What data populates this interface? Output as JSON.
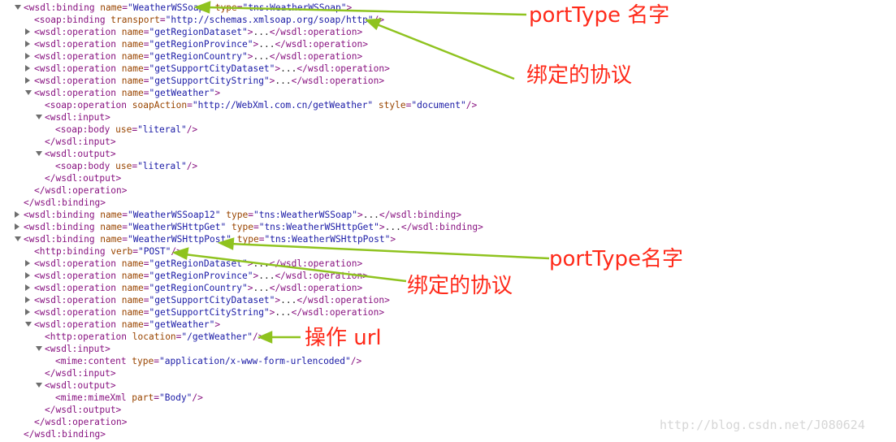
{
  "accent": {
    "arrow_color": "#8fc31f",
    "annotation_color": "#ff2a1a",
    "tag_color": "#881280",
    "attr_name_color": "#994500",
    "attr_value_color": "#1a1aa6"
  },
  "lines": [
    {
      "indent": 0,
      "tw": "open",
      "segs": [
        [
          "t",
          "<wsdl:binding "
        ],
        [
          "n",
          "name"
        ],
        [
          "t",
          "="
        ],
        [
          "v",
          "\"WeatherWSSoap\""
        ],
        [
          "t",
          " "
        ],
        [
          "n",
          "type"
        ],
        [
          "t",
          "="
        ],
        [
          "v",
          "\"tns:WeatherWSSoap\""
        ],
        [
          "t",
          ">"
        ]
      ]
    },
    {
      "indent": 1,
      "segs": [
        [
          "t",
          "<soap:binding "
        ],
        [
          "n",
          "transport"
        ],
        [
          "t",
          "="
        ],
        [
          "v",
          "\"http://schemas.xmlsoap.org/soap/http\""
        ],
        [
          "t",
          "/>"
        ]
      ]
    },
    {
      "indent": 1,
      "tw": "closed",
      "segs": [
        [
          "t",
          "<wsdl:operation "
        ],
        [
          "n",
          "name"
        ],
        [
          "t",
          "="
        ],
        [
          "v",
          "\"getRegionDataset\""
        ],
        [
          "t",
          ">"
        ],
        [
          "x",
          "..."
        ],
        [
          "t",
          "</wsdl:operation>"
        ]
      ]
    },
    {
      "indent": 1,
      "tw": "closed",
      "segs": [
        [
          "t",
          "<wsdl:operation "
        ],
        [
          "n",
          "name"
        ],
        [
          "t",
          "="
        ],
        [
          "v",
          "\"getRegionProvince\""
        ],
        [
          "t",
          ">"
        ],
        [
          "x",
          "..."
        ],
        [
          "t",
          "</wsdl:operation>"
        ]
      ]
    },
    {
      "indent": 1,
      "tw": "closed",
      "segs": [
        [
          "t",
          "<wsdl:operation "
        ],
        [
          "n",
          "name"
        ],
        [
          "t",
          "="
        ],
        [
          "v",
          "\"getRegionCountry\""
        ],
        [
          "t",
          ">"
        ],
        [
          "x",
          "..."
        ],
        [
          "t",
          "</wsdl:operation>"
        ]
      ]
    },
    {
      "indent": 1,
      "tw": "closed",
      "segs": [
        [
          "t",
          "<wsdl:operation "
        ],
        [
          "n",
          "name"
        ],
        [
          "t",
          "="
        ],
        [
          "v",
          "\"getSupportCityDataset\""
        ],
        [
          "t",
          ">"
        ],
        [
          "x",
          "..."
        ],
        [
          "t",
          "</wsdl:operation>"
        ]
      ]
    },
    {
      "indent": 1,
      "tw": "closed",
      "segs": [
        [
          "t",
          "<wsdl:operation "
        ],
        [
          "n",
          "name"
        ],
        [
          "t",
          "="
        ],
        [
          "v",
          "\"getSupportCityString\""
        ],
        [
          "t",
          ">"
        ],
        [
          "x",
          "..."
        ],
        [
          "t",
          "</wsdl:operation>"
        ]
      ]
    },
    {
      "indent": 1,
      "tw": "open",
      "segs": [
        [
          "t",
          "<wsdl:operation "
        ],
        [
          "n",
          "name"
        ],
        [
          "t",
          "="
        ],
        [
          "v",
          "\"getWeather\""
        ],
        [
          "t",
          ">"
        ]
      ]
    },
    {
      "indent": 2,
      "segs": [
        [
          "t",
          "<soap:operation "
        ],
        [
          "n",
          "soapAction"
        ],
        [
          "t",
          "="
        ],
        [
          "v",
          "\"http://WebXml.com.cn/getWeather\""
        ],
        [
          "t",
          " "
        ],
        [
          "n",
          "style"
        ],
        [
          "t",
          "="
        ],
        [
          "v",
          "\"document\""
        ],
        [
          "t",
          "/>"
        ]
      ]
    },
    {
      "indent": 2,
      "tw": "open",
      "segs": [
        [
          "t",
          "<wsdl:input>"
        ]
      ]
    },
    {
      "indent": 3,
      "segs": [
        [
          "t",
          "<soap:body "
        ],
        [
          "n",
          "use"
        ],
        [
          "t",
          "="
        ],
        [
          "v",
          "\"literal\""
        ],
        [
          "t",
          "/>"
        ]
      ]
    },
    {
      "indent": 2,
      "segs": [
        [
          "t",
          "</wsdl:input>"
        ]
      ]
    },
    {
      "indent": 2,
      "tw": "open",
      "segs": [
        [
          "t",
          "<wsdl:output>"
        ]
      ]
    },
    {
      "indent": 3,
      "segs": [
        [
          "t",
          "<soap:body "
        ],
        [
          "n",
          "use"
        ],
        [
          "t",
          "="
        ],
        [
          "v",
          "\"literal\""
        ],
        [
          "t",
          "/>"
        ]
      ]
    },
    {
      "indent": 2,
      "segs": [
        [
          "t",
          "</wsdl:output>"
        ]
      ]
    },
    {
      "indent": 1,
      "segs": [
        [
          "t",
          "</wsdl:operation>"
        ]
      ]
    },
    {
      "indent": 0,
      "segs": [
        [
          "t",
          "</wsdl:binding>"
        ]
      ]
    },
    {
      "indent": 0,
      "tw": "closed",
      "segs": [
        [
          "t",
          "<wsdl:binding "
        ],
        [
          "n",
          "name"
        ],
        [
          "t",
          "="
        ],
        [
          "v",
          "\"WeatherWSSoap12\""
        ],
        [
          "t",
          " "
        ],
        [
          "n",
          "type"
        ],
        [
          "t",
          "="
        ],
        [
          "v",
          "\"tns:WeatherWSSoap\""
        ],
        [
          "t",
          ">"
        ],
        [
          "x",
          "..."
        ],
        [
          "t",
          "</wsdl:binding>"
        ]
      ]
    },
    {
      "indent": 0,
      "tw": "closed",
      "segs": [
        [
          "t",
          "<wsdl:binding "
        ],
        [
          "n",
          "name"
        ],
        [
          "t",
          "="
        ],
        [
          "v",
          "\"WeatherWSHttpGet\""
        ],
        [
          "t",
          " "
        ],
        [
          "n",
          "type"
        ],
        [
          "t",
          "="
        ],
        [
          "v",
          "\"tns:WeatherWSHttpGet\""
        ],
        [
          "t",
          ">"
        ],
        [
          "x",
          "..."
        ],
        [
          "t",
          "</wsdl:binding>"
        ]
      ]
    },
    {
      "indent": 0,
      "tw": "open",
      "segs": [
        [
          "t",
          "<wsdl:binding "
        ],
        [
          "n",
          "name"
        ],
        [
          "t",
          "="
        ],
        [
          "v",
          "\"WeatherWSHttpPost\""
        ],
        [
          "t",
          " "
        ],
        [
          "n",
          "type"
        ],
        [
          "t",
          "="
        ],
        [
          "v",
          "\"tns:WeatherWSHttpPost\""
        ],
        [
          "t",
          ">"
        ]
      ]
    },
    {
      "indent": 1,
      "segs": [
        [
          "t",
          "<http:binding "
        ],
        [
          "n",
          "verb"
        ],
        [
          "t",
          "="
        ],
        [
          "v",
          "\"POST\""
        ],
        [
          "t",
          "/>"
        ]
      ]
    },
    {
      "indent": 1,
      "tw": "closed",
      "segs": [
        [
          "t",
          "<wsdl:operation "
        ],
        [
          "n",
          "name"
        ],
        [
          "t",
          "="
        ],
        [
          "v",
          "\"getRegionDataset\""
        ],
        [
          "t",
          ">"
        ],
        [
          "x",
          "..."
        ],
        [
          "t",
          "</wsdl:operation>"
        ]
      ]
    },
    {
      "indent": 1,
      "tw": "closed",
      "segs": [
        [
          "t",
          "<wsdl:operation "
        ],
        [
          "n",
          "name"
        ],
        [
          "t",
          "="
        ],
        [
          "v",
          "\"getRegionProvince\""
        ],
        [
          "t",
          ">"
        ],
        [
          "x",
          "..."
        ],
        [
          "t",
          "</wsdl:operation>"
        ]
      ]
    },
    {
      "indent": 1,
      "tw": "closed",
      "segs": [
        [
          "t",
          "<wsdl:operation "
        ],
        [
          "n",
          "name"
        ],
        [
          "t",
          "="
        ],
        [
          "v",
          "\"getRegionCountry\""
        ],
        [
          "t",
          ">"
        ],
        [
          "x",
          "..."
        ],
        [
          "t",
          "</wsdl:operation>"
        ]
      ]
    },
    {
      "indent": 1,
      "tw": "closed",
      "segs": [
        [
          "t",
          "<wsdl:operation "
        ],
        [
          "n",
          "name"
        ],
        [
          "t",
          "="
        ],
        [
          "v",
          "\"getSupportCityDataset\""
        ],
        [
          "t",
          ">"
        ],
        [
          "x",
          "..."
        ],
        [
          "t",
          "</wsdl:operation>"
        ]
      ]
    },
    {
      "indent": 1,
      "tw": "closed",
      "segs": [
        [
          "t",
          "<wsdl:operation "
        ],
        [
          "n",
          "name"
        ],
        [
          "t",
          "="
        ],
        [
          "v",
          "\"getSupportCityString\""
        ],
        [
          "t",
          ">"
        ],
        [
          "x",
          "..."
        ],
        [
          "t",
          "</wsdl:operation>"
        ]
      ]
    },
    {
      "indent": 1,
      "tw": "open",
      "segs": [
        [
          "t",
          "<wsdl:operation "
        ],
        [
          "n",
          "name"
        ],
        [
          "t",
          "="
        ],
        [
          "v",
          "\"getWeather\""
        ],
        [
          "t",
          ">"
        ]
      ]
    },
    {
      "indent": 2,
      "segs": [
        [
          "t",
          "<http:operation "
        ],
        [
          "n",
          "location"
        ],
        [
          "t",
          "="
        ],
        [
          "v",
          "\"/getWeather\""
        ],
        [
          "t",
          "/>"
        ]
      ]
    },
    {
      "indent": 2,
      "tw": "open",
      "segs": [
        [
          "t",
          "<wsdl:input>"
        ]
      ]
    },
    {
      "indent": 3,
      "segs": [
        [
          "t",
          "<mime:content "
        ],
        [
          "n",
          "type"
        ],
        [
          "t",
          "="
        ],
        [
          "v",
          "\"application/x-www-form-urlencoded\""
        ],
        [
          "t",
          "/>"
        ]
      ]
    },
    {
      "indent": 2,
      "segs": [
        [
          "t",
          "</wsdl:input>"
        ]
      ]
    },
    {
      "indent": 2,
      "tw": "open",
      "segs": [
        [
          "t",
          "<wsdl:output>"
        ]
      ]
    },
    {
      "indent": 3,
      "segs": [
        [
          "t",
          "<mime:mimeXml "
        ],
        [
          "n",
          "part"
        ],
        [
          "t",
          "="
        ],
        [
          "v",
          "\"Body\""
        ],
        [
          "t",
          "/>"
        ]
      ]
    },
    {
      "indent": 2,
      "segs": [
        [
          "t",
          "</wsdl:output>"
        ]
      ]
    },
    {
      "indent": 1,
      "segs": [
        [
          "t",
          "</wsdl:operation>"
        ]
      ]
    },
    {
      "indent": 0,
      "segs": [
        [
          "t",
          "</wsdl:binding>"
        ]
      ]
    }
  ],
  "annotations": {
    "porttype_1": "portType 名字",
    "protocol_1": "绑定的协议",
    "porttype_2": "portType名字",
    "protocol_2": "绑定的协议",
    "operation_url": "操作 url"
  },
  "watermark": "http://blog.csdn.net/J080624"
}
